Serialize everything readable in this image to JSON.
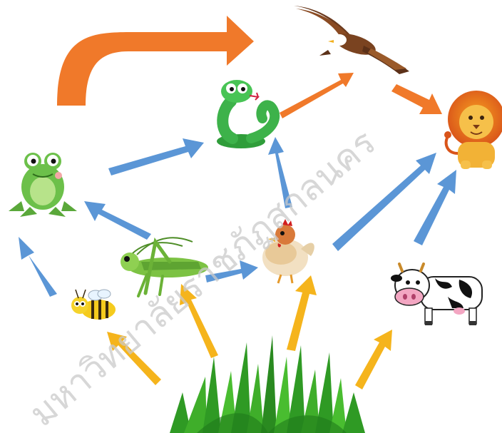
{
  "watermark": {
    "text": "มหาวิทยาลัยราชภัฏสกลนคร",
    "color": "#c9c9c9"
  },
  "colors": {
    "producer_arrow": "#f5b41c",
    "primary_arrow": "#5b96d6",
    "predator_arrow": "#f0792a",
    "grass": "#3fae2a",
    "grass_dark": "#1f7a1a"
  },
  "organisms": [
    {
      "id": "grass",
      "icon": "grass-icon"
    },
    {
      "id": "bee",
      "icon": "bee-icon"
    },
    {
      "id": "grasshopper",
      "icon": "grasshopper-icon"
    },
    {
      "id": "chicken",
      "icon": "chicken-icon"
    },
    {
      "id": "cow",
      "icon": "cow-icon"
    },
    {
      "id": "frog",
      "icon": "frog-icon"
    },
    {
      "id": "snake",
      "icon": "snake-icon"
    },
    {
      "id": "eagle",
      "icon": "eagle-icon"
    },
    {
      "id": "lion",
      "icon": "lion-icon"
    }
  ],
  "links": [
    {
      "from": "grass",
      "to": "bee",
      "kind": "producer"
    },
    {
      "from": "grass",
      "to": "grasshopper",
      "kind": "producer"
    },
    {
      "from": "grass",
      "to": "chicken",
      "kind": "producer"
    },
    {
      "from": "grass",
      "to": "cow",
      "kind": "producer"
    },
    {
      "from": "bee",
      "to": "frog",
      "kind": "primary"
    },
    {
      "from": "grasshopper",
      "to": "frog",
      "kind": "primary"
    },
    {
      "from": "grasshopper",
      "to": "chicken",
      "kind": "primary"
    },
    {
      "from": "frog",
      "to": "snake",
      "kind": "primary"
    },
    {
      "from": "chicken",
      "to": "snake",
      "kind": "primary"
    },
    {
      "from": "chicken",
      "to": "lion",
      "kind": "primary"
    },
    {
      "from": "cow",
      "to": "lion",
      "kind": "primary"
    },
    {
      "from": "snake",
      "to": "eagle",
      "kind": "predator"
    },
    {
      "from": "eagle",
      "to": "lion",
      "kind": "predator"
    },
    {
      "from": "frog",
      "to": "eagle",
      "kind": "predator"
    }
  ]
}
